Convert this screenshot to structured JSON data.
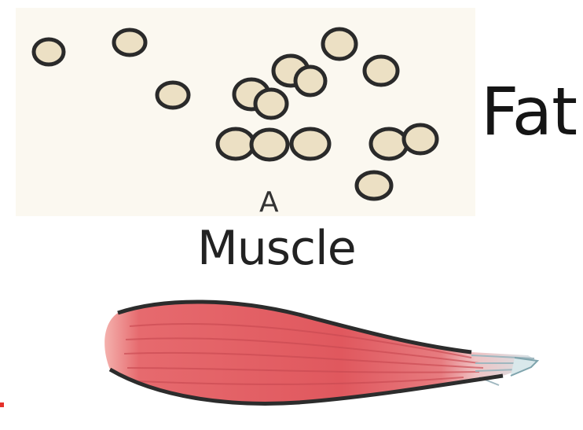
{
  "labels": {
    "fat": "Fat",
    "muscle": "Muscle",
    "arrow": "A"
  },
  "colors": {
    "fat_cell_fill": "#ece0c4",
    "fat_cell_stroke": "#2a2a2a",
    "fat_area_tint": "#f7f1e4",
    "muscle_fill": "#e2646a",
    "muscle_outline": "#2c2c2c",
    "tendon_fill": "#c9dde3",
    "edge_mark": "#e5302a"
  }
}
